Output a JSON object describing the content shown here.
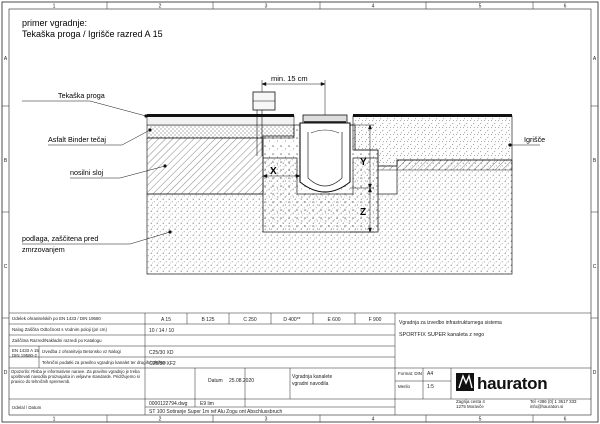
{
  "title": {
    "line1": "primer vgradnje:",
    "line2": "Tekaška proga / Igrišče razred A 15"
  },
  "edge_marks": {
    "top": [
      "1",
      "2",
      "3",
      "4",
      "5",
      "6"
    ],
    "side": [
      "A",
      "B",
      "C",
      "D"
    ]
  },
  "labels": {
    "tekaska_proga": "Tekaška proga",
    "asfalt": "Asfalt Binder tečaj",
    "nosilni": "nosilni sloj",
    "podlaga_line1": "podlaga, zaščitena pred",
    "podlaga_line2": "zmrzovanjem",
    "igrisce": "Igrišče"
  },
  "dimensions": {
    "min_label": "min. 15 cm",
    "x": "X",
    "y": "Y",
    "z": "Z"
  },
  "title_block": {
    "left_rows": [
      "Izdelek ohranitelskih po EN 1433 / DIN 19580",
      "Nalog Zaščita Odtočnost s Vodnim poloji (pri cm)",
      "Zaščitna Razred/Nakladni razredi po Katalogu",
      "Izvedba z ohranitvijo Betonsko vz Nalogi",
      "Tehnični podatki za pravilno vgradnjo kanalet ter drugih izdelkov",
      "Izdelal / Datum"
    ],
    "left_codes": [
      "EN 1433 A 15",
      "DIN 19580-2"
    ],
    "left_row4_text": "Izvedba z ohranitvijo Betonsko vz Nalogi",
    "left_note": "Opozorilo: Risba je informativne narave. Za pravilno vgradnjo je treba upoštevati navodila proizvajalca in veljavne standarde. Pridržujemo si pravico do tehničnih sprememb.",
    "classes": [
      "A 15",
      "B 125",
      "C 250",
      "D 400**",
      "E 600",
      "F 900"
    ],
    "row2": "10 / 14 / 10",
    "row3": "C25/30 XD",
    "row4": "C25/30 XF2",
    "stamp_label": "Datum",
    "stamp_date": "25.08.2020",
    "drawing_no": "0000122794.dwg",
    "scale_val": "E9 lim",
    "mid_title_1": "Vgradnja kanalete",
    "mid_title_2": "vgradni navodila",
    "bottom_desc": "ST 100 Sotiranje Super 1m ref Alu Zogu ont Abschlussbruch",
    "right_header": "Vgradnja za izvedbo infrastrukturnega sistema",
    "right_product": "SPORTFIX SUPER kanaleta z rego",
    "format_label": "Format: DIN",
    "format_val": "A4",
    "scale_label": "Merilo",
    "scale_num": "1:5",
    "company": "hauraton",
    "addr1": "Zagrija cesta 4",
    "addr2": "1275 Moravče",
    "tel": "Tel +386 (0) 1 3617 333",
    "email": "info@hauraton.si"
  }
}
